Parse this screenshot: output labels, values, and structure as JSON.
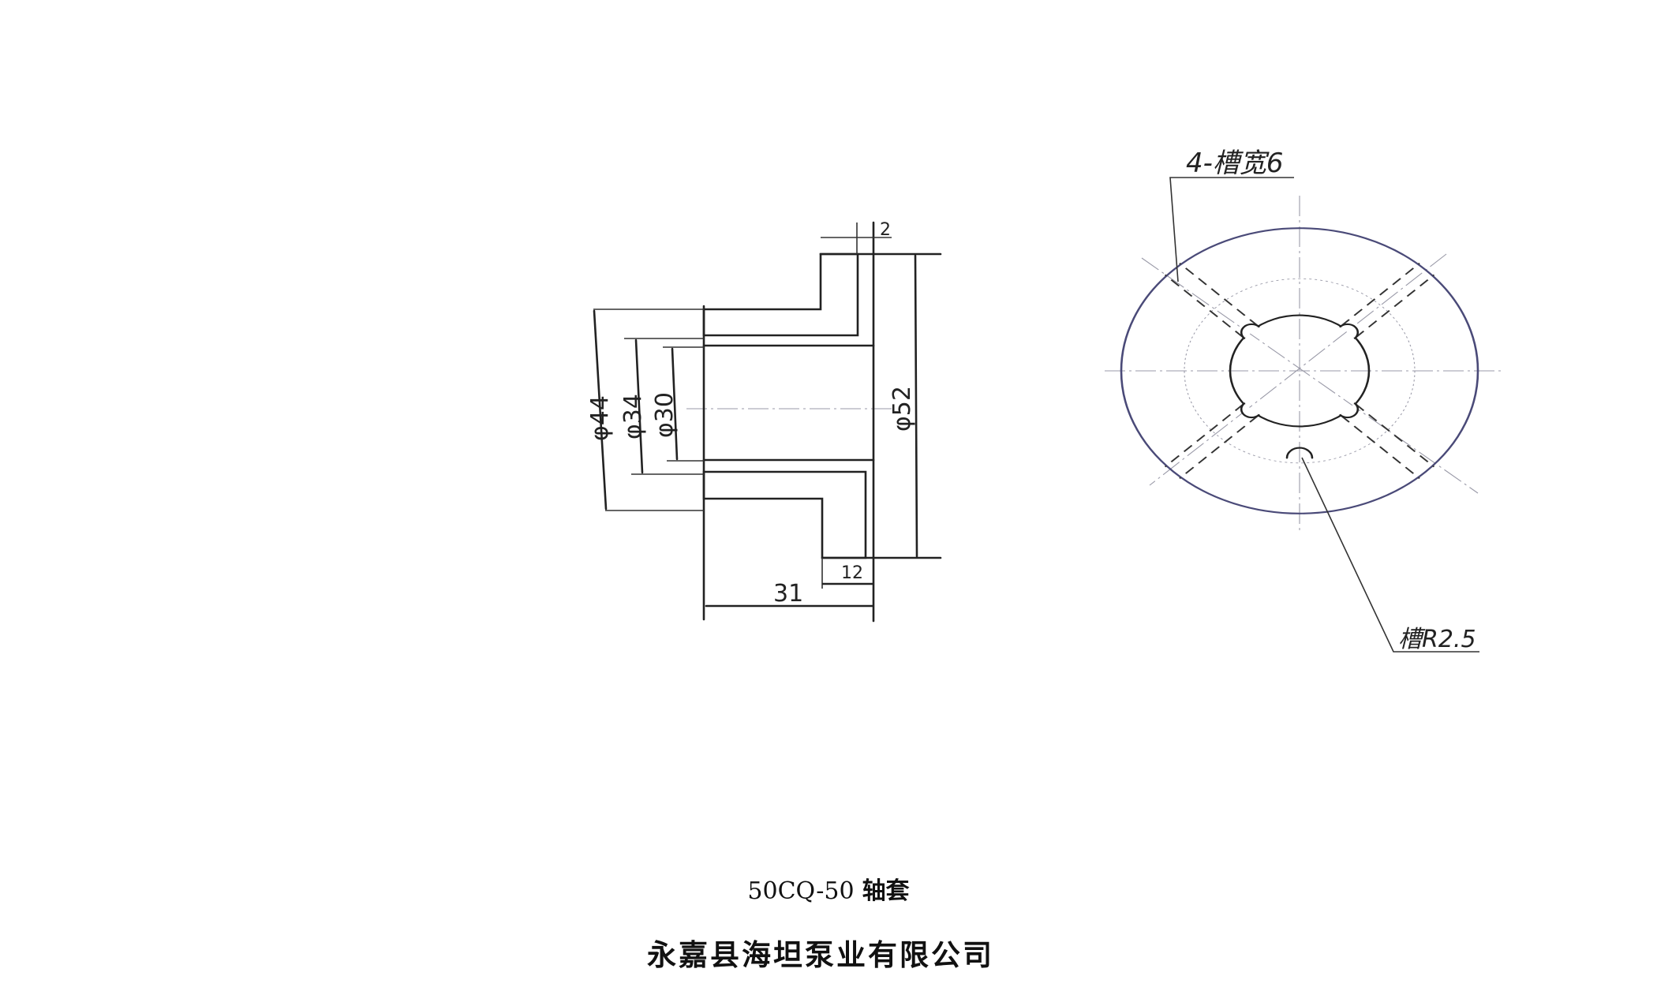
{
  "drawing": {
    "section_view": {
      "dims": {
        "d44": "φ44",
        "d34": "φ34",
        "d30": "φ30",
        "d52": "φ52",
        "flange_gap": "2",
        "flange_thickness": "12",
        "length": "31"
      }
    },
    "end_view": {
      "slot_note": "4-槽宽6",
      "groove_note": "槽R2.5"
    }
  },
  "title_block": {
    "model": "50CQ-50",
    "part_name": "轴套",
    "company": "永嘉县海坦泵业有限公司"
  }
}
